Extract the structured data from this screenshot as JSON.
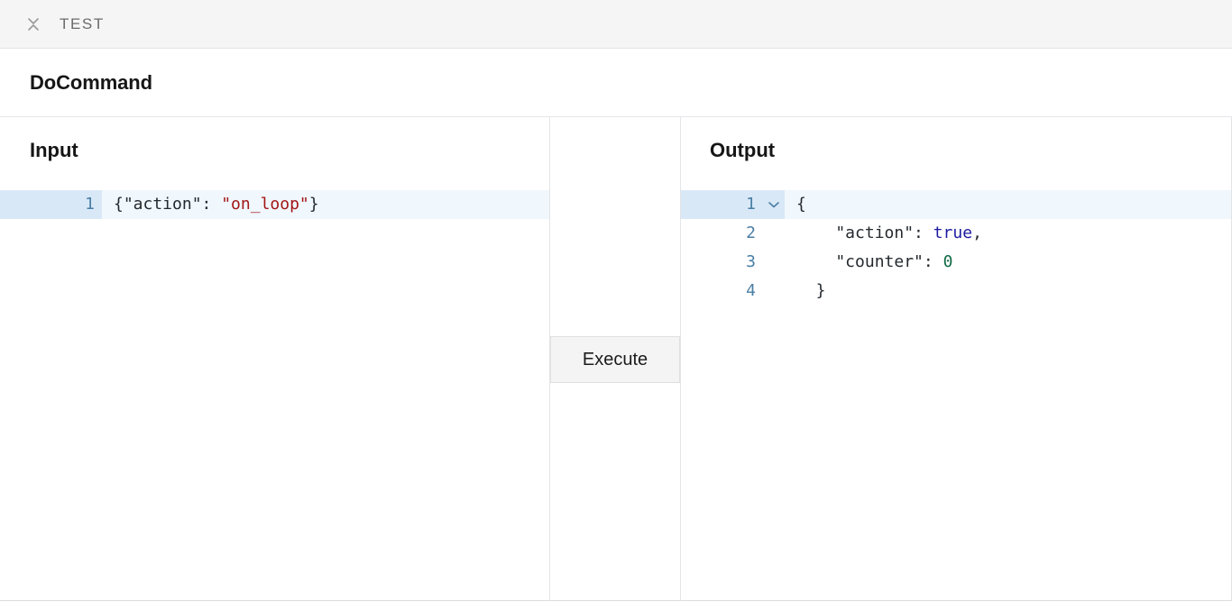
{
  "topbar": {
    "collapse_icon": "collapse-vertical-icon",
    "title": "TEST"
  },
  "command": {
    "title": "DoCommand"
  },
  "input_pane": {
    "heading": "Input",
    "lines": [
      {
        "number": "1",
        "active": true,
        "tokens": [
          {
            "text": "{\"action\": ",
            "type": "punct"
          },
          {
            "text": "\"on_loop\"",
            "type": "string"
          },
          {
            "text": "}",
            "type": "punct"
          }
        ]
      }
    ]
  },
  "middle_pane": {
    "execute_label": "Execute"
  },
  "output_pane": {
    "heading": "Output",
    "lines": [
      {
        "number": "1",
        "active": true,
        "fold": "chevron-down-icon",
        "tokens": [
          {
            "text": "{",
            "type": "punct"
          }
        ]
      },
      {
        "number": "2",
        "active": false,
        "fold": "",
        "tokens": [
          {
            "text": "    \"action\": ",
            "type": "key"
          },
          {
            "text": "true",
            "type": "bool"
          },
          {
            "text": ",",
            "type": "punct"
          }
        ]
      },
      {
        "number": "3",
        "active": false,
        "fold": "",
        "tokens": [
          {
            "text": "    \"counter\": ",
            "type": "key"
          },
          {
            "text": "0",
            "type": "num"
          }
        ]
      },
      {
        "number": "4",
        "active": false,
        "fold": "",
        "tokens": [
          {
            "text": "  }",
            "type": "punct"
          }
        ]
      }
    ]
  },
  "colors": {
    "topbar_bg": "#f5f5f5",
    "active_line_bg": "#f0f7fd",
    "active_gutter_bg": "#d9e8f7",
    "lineno": "#4a7fa5",
    "string": "#a31515",
    "boolean": "#1d1ba0",
    "number": "#0f6b43",
    "button_bg": "#f4f4f4"
  }
}
